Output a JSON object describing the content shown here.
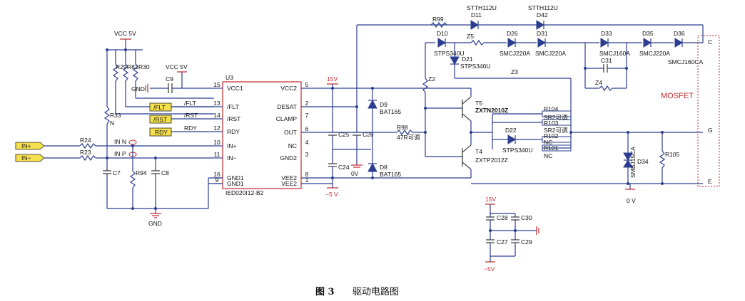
{
  "colors": {
    "wire": "#2a3d8f",
    "red": "#c0282d",
    "label_fill": "#f4e04d"
  },
  "caption": {
    "fig": "图 3",
    "title": "驱动电路图"
  },
  "ic": {
    "ref": "U3",
    "part": "IED020I12-B2",
    "left_pins": [
      {
        "num": "15",
        "name": "VCC1"
      },
      {
        "num": "13",
        "name": "/FLT"
      },
      {
        "num": "14",
        "name": "/RST"
      },
      {
        "num": "12",
        "name": "RDY"
      },
      {
        "num": "10",
        "name": "IN+"
      },
      {
        "num": "11",
        "name": "IN−"
      },
      {
        "num": "16",
        "name": "GND1"
      },
      {
        "num": "9",
        "name": "GND1"
      }
    ],
    "right_pins": [
      {
        "num": "5",
        "name": "VCC2"
      },
      {
        "num": "2",
        "name": "DESAT"
      },
      {
        "num": "7",
        "name": "CLAMP"
      },
      {
        "num": "6",
        "name": "OUT"
      },
      {
        "num": "4",
        "name": "NC"
      },
      {
        "num": "3",
        "name": "GND2"
      },
      {
        "num": "8",
        "name": "VEE2"
      },
      {
        "num": "1",
        "name": "VEE2"
      }
    ]
  },
  "ports": {
    "in_plus": "IN+",
    "in_minus": "IN−",
    "flt": "/FLT",
    "rst": "/RST",
    "rdy": "RDY"
  },
  "labels": {
    "vcc5v_a": "VCC 5V",
    "vcc5v_b": "VCC 5V",
    "gnd_c9": "GND",
    "gnd_bottom": "GND",
    "r29": "R29",
    "r82": "R82",
    "r30": "R30",
    "r33": "R33",
    "n": "N",
    "c9": "C9",
    "r24": "R24",
    "r23": "R23",
    "in_n": "IN N",
    "in_p": "IN P",
    "c7": "C7",
    "r94": "R94",
    "c8": "C8",
    "flt_net": "/FLT",
    "rst_net": "/RST",
    "rdy_net": "RDY",
    "v15": "15V",
    "vm5": "−5 V",
    "c25": "C25",
    "c26": "C26",
    "c24": "C24",
    "d9": "D9",
    "bat165_a": "BAT165",
    "d8": "D8",
    "bat165_b": "BAT165",
    "ov_mid": "0V",
    "r98": "R98",
    "r98_val": "47R可调",
    "z2": "Z2",
    "r99": "R99",
    "d11": "D11",
    "stth112u_a": "STTH112U",
    "d42": "D42",
    "stth112u_b": "STTH112U",
    "d10": "D10",
    "stps340u_a": "STPS340U",
    "z5": "Z5",
    "d26": "D26",
    "smcj220a_a": "SMCJ220A",
    "d31": "D31",
    "smcj220a_b": "SMCJ220A",
    "d33": "D33",
    "smcj160a": "SMCJ160A",
    "d35": "D35",
    "smcj220a_c": "SMCJ220A",
    "d36": "D36",
    "smcj160ca": "SMCJ160CA",
    "d21": "D21",
    "stps340u_b": "STPS340U",
    "c31": "C31",
    "z4": "Z4",
    "z3": "Z3",
    "t5": "T5",
    "zxtn": "ZXTN2010Z",
    "t4": "T4",
    "zxtp": "ZXTP2012Z",
    "r104": "R104",
    "sr2_a": "SR2可调",
    "r103": "R103",
    "sr2_b": "SR2可调",
    "d22": "D22",
    "stps340u_c": "STPS340U",
    "r102": "R102",
    "nc_a": "NC",
    "r101": "R101",
    "nc_b": "NC",
    "mosfet": "MOSFET",
    "c_pin": "C",
    "g_pin": "G",
    "e_pin": "E",
    "d34": "D34",
    "smbj15ca": "SMBJ15CA",
    "r105": "R105",
    "ov_right": "0 V",
    "v15_b": "15V",
    "vm5_b": "−5V",
    "c28": "C28",
    "c30": "C30",
    "c27": "C27",
    "c29": "C29"
  }
}
